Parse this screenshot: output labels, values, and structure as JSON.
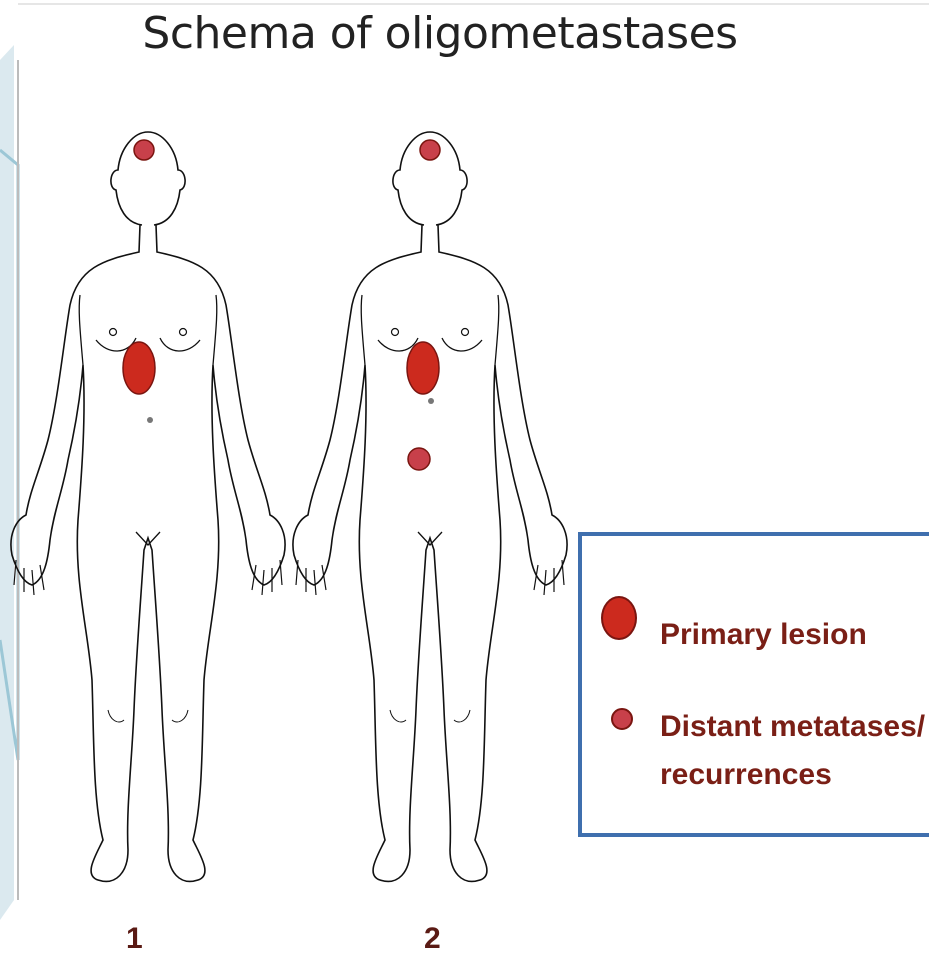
{
  "title": "Schema of oligometastases",
  "figures": [
    {
      "number": "1"
    },
    {
      "number": "2"
    }
  ],
  "legend": {
    "primary_label": "Primary lesion",
    "metastases_line1": "Distant metatases/",
    "metastases_line2": "recurrences"
  },
  "colors": {
    "primary": "#cc2a1e",
    "metastasis": "#c8404a",
    "legend_border": "#3f6fae",
    "legend_text": "#7a1f16"
  }
}
